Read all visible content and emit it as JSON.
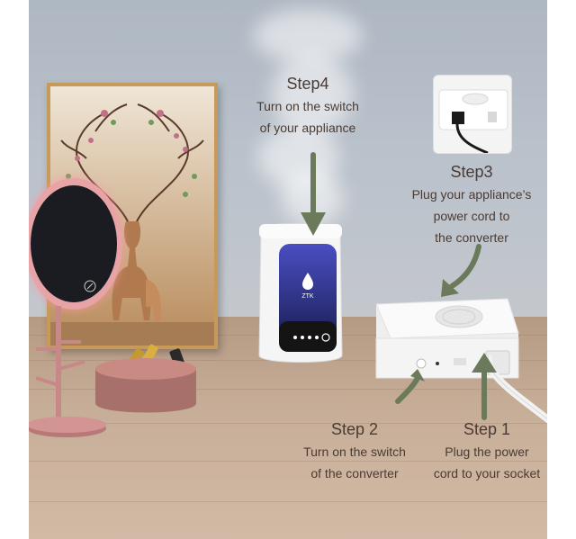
{
  "steps": [
    {
      "id": "step4",
      "title": "Step4",
      "lines": [
        "Turn on the switch",
        "of your appliance"
      ]
    },
    {
      "id": "step3",
      "title": "Step3",
      "lines": [
        "Plug your appliance’s",
        "power cord to",
        "the converter"
      ]
    },
    {
      "id": "step2",
      "title": "Step 2",
      "lines": [
        "Turn on the switch",
        "of the converter"
      ]
    },
    {
      "id": "step1",
      "title": "Step 1",
      "lines": [
        "Plug the power",
        "cord to your socket"
      ]
    }
  ],
  "humidifier": {
    "brand": "ZTK"
  },
  "colors": {
    "arrow": "#6b7a5b",
    "text": "#4a3b33",
    "wall": "#b9c1cb",
    "table": "#c6ad97",
    "mirror_glow": "#e7a3a6",
    "humidifier_panel": "#2b2f7a"
  },
  "icons": [
    "water-drop-icon",
    "power-button-icon",
    "touch-button-icon"
  ]
}
